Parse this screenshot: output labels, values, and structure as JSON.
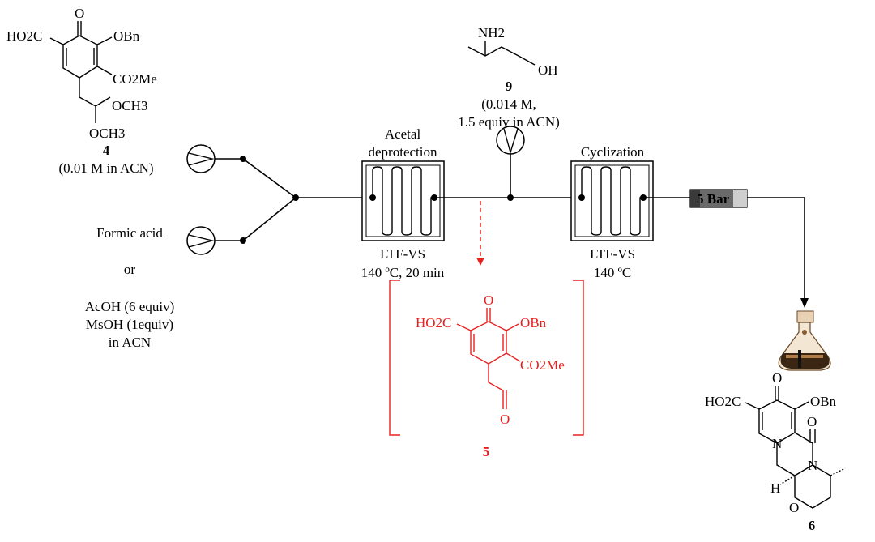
{
  "compound4": {
    "substituents": {
      "ho2c": "HO2C",
      "oxo": "O",
      "obn": "OBn",
      "co2me": "CO2Me",
      "och3_a": "OCH3",
      "och3_b": "OCH3"
    },
    "number": "4",
    "conditions": "(0.01 M in ACN)"
  },
  "acid_feed": {
    "line1": "Formic acid",
    "line2": "or",
    "line3": "AcOH (6 equiv)",
    "line4": "MsOH (1equiv)",
    "line5": "in ACN"
  },
  "compound9": {
    "nh2": "NH2",
    "oh": "OH",
    "number": "9",
    "conditions_line1": "(0.014 M,",
    "conditions_line2": "1.5 equiv in ACN)"
  },
  "reactor1": {
    "title_line1": "Acetal",
    "title_line2": "deprotection",
    "type": "LTF-VS",
    "conditions": "140 ºC, 20 min"
  },
  "reactor2": {
    "title": "Cyclization",
    "type": "LTF-VS",
    "conditions": "140 ºC"
  },
  "bpr": {
    "label": "5 Bar"
  },
  "intermediate5": {
    "substituents": {
      "ho2c": "HO2C",
      "oxo": "O",
      "obn": "OBn",
      "co2me": "CO2Me",
      "aldehyde_o": "O"
    },
    "number": "5"
  },
  "product6": {
    "substituents": {
      "ho2c": "HO2C",
      "oxo": "O",
      "obn": "OBn",
      "lactam_o": "O",
      "n1": "N",
      "n2": "N",
      "h": "H",
      "o_ring": "O"
    },
    "number": "6"
  },
  "colors": {
    "line": "#000000",
    "intermediate": "#e8211f",
    "bpr_fill": "#5a5a5a",
    "flask": "#8a5a2b"
  }
}
